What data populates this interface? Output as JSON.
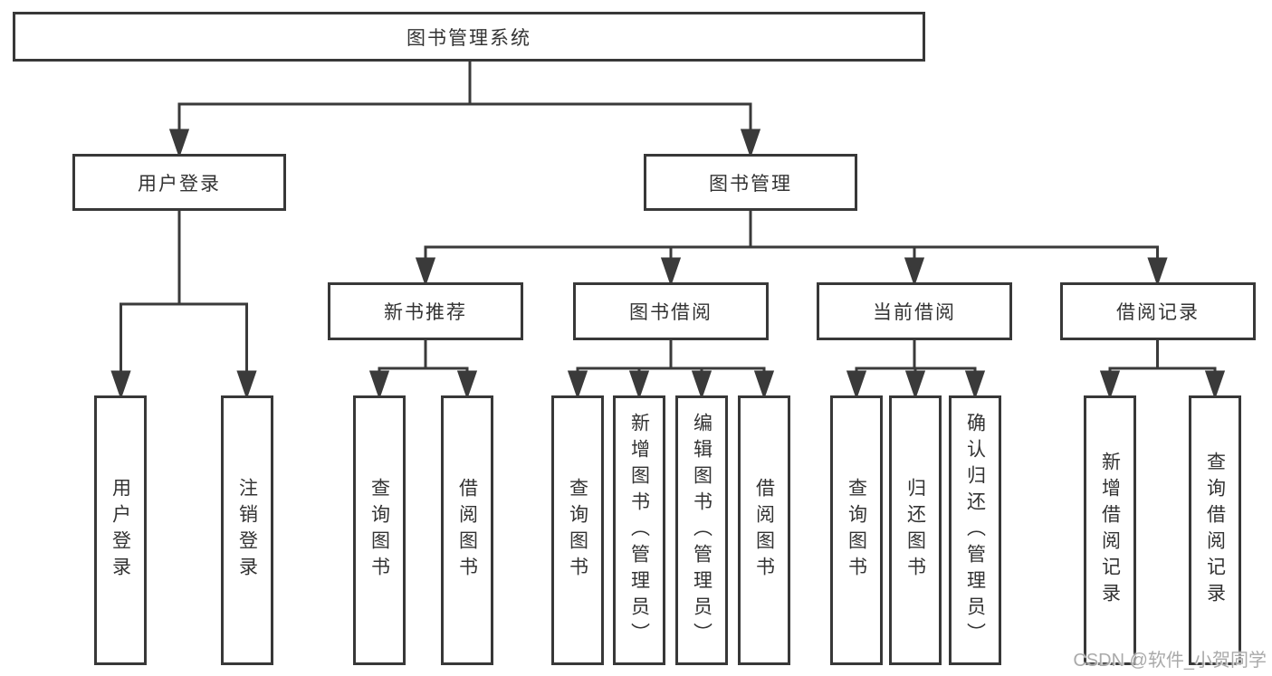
{
  "diagram": {
    "type": "hierarchy",
    "tree": {
      "root": {
        "label": "图书管理系统"
      },
      "branches": [
        {
          "label": "用户登录",
          "children": [
            {
              "label": "用户登录"
            },
            {
              "label": "注销登录"
            }
          ]
        },
        {
          "label": "图书管理",
          "children": [
            {
              "label": "新书推荐",
              "children": [
                {
                  "label": "查询图书"
                },
                {
                  "label": "借阅图书"
                }
              ]
            },
            {
              "label": "图书借阅",
              "children": [
                {
                  "label": "查询图书"
                },
                {
                  "label": "新增图书（管理员）"
                },
                {
                  "label": "编辑图书（管理员）"
                },
                {
                  "label": "借阅图书"
                }
              ]
            },
            {
              "label": "当前借阅",
              "children": [
                {
                  "label": "查询图书"
                },
                {
                  "label": "归还图书"
                },
                {
                  "label": "确认归还（管理员）"
                }
              ]
            },
            {
              "label": "借阅记录",
              "children": [
                {
                  "label": "新增借阅记录"
                },
                {
                  "label": "查询借阅记录"
                }
              ]
            }
          ]
        }
      ]
    },
    "colors": {
      "line": "#3a3a3a",
      "box_border": "#383838",
      "text": "#333333",
      "background": "#ffffff",
      "watermark": "#a5a5a5"
    }
  },
  "watermark": {
    "text": "CSDN @软件_小贺同学"
  }
}
